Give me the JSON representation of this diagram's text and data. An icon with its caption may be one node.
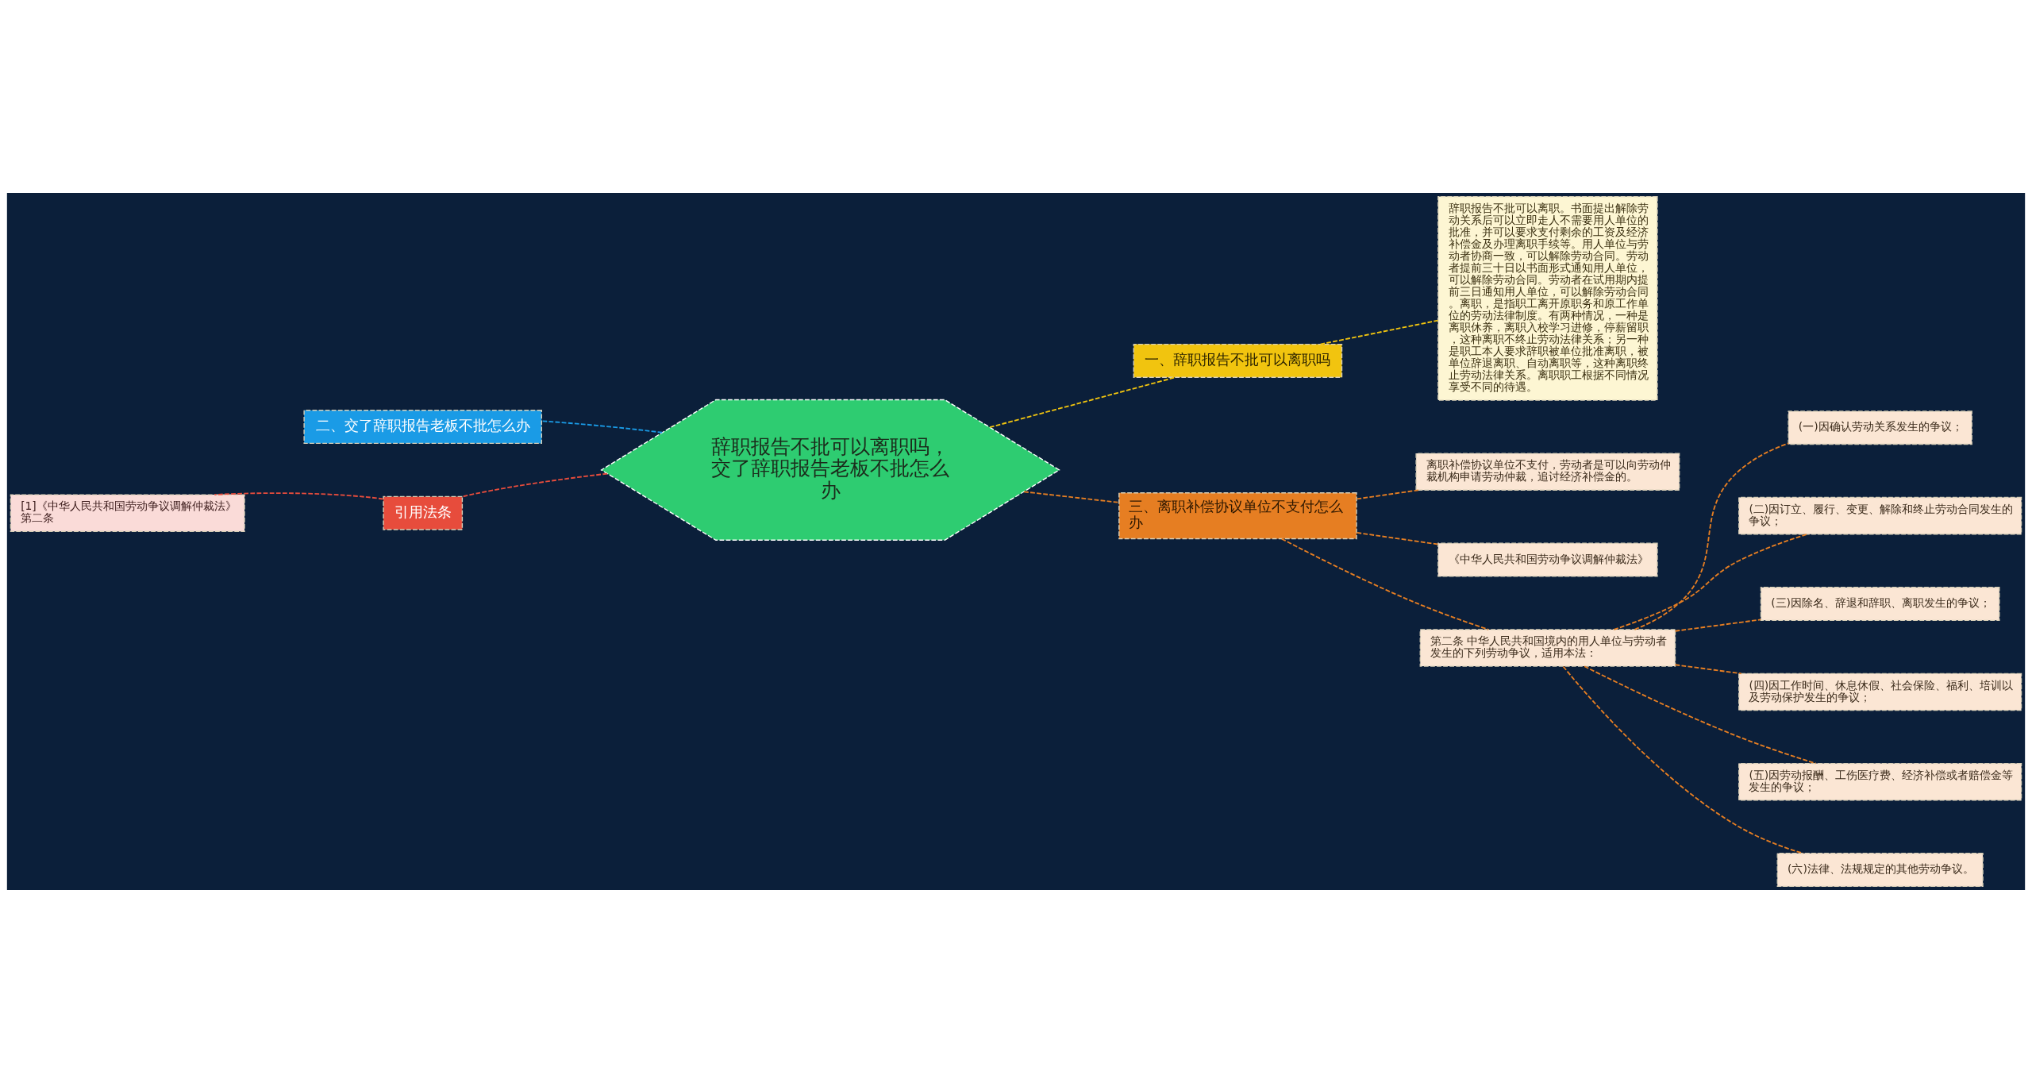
{
  "diagram": {
    "nodes": [
      {
        "text": [
          "辞职报告不批可以离职吗，交了辞职报告老板不批怎么办"
        ]
      },
      {
        "text": [
          "一、辞职报告不批可以离职吗"
        ]
      },
      {
        "text": [
          "辞职报告不批可以离职。书面提出解除劳动关系后可以立即走人不需要用人单位的批准，并可以要求支付剩余的工资及经济补偿金及办理离职手续等。用人单位与劳动者协商一致，可以解除劳动合同。劳动者提前三十日以书面形式通知用人单位，可以解除劳动合同。劳动者在试用期内提前三日通知用人单位，可以解除劳动合同。离职，是指职工离开原职务和原工作单位的劳动法律制度。有两种情况，一种是离职休养，离职入校学习进修，停薪留职，这种离职不终止劳动法律关系；另一种是职工本人要求辞职被单位批准离职，被单位辞退离职、自动离职等，这种离职终止劳动法律关系。离职职工根据不同情况享受不同的待遇。"
        ]
      },
      {
        "text": [
          "三、离职补偿协议单位不支付怎么办"
        ]
      },
      {
        "text": [
          "离职补偿协议单位不支付，劳动者是可以向劳动仲裁机构申请劳动仲裁，追讨经济补偿金的。"
        ]
      },
      {
        "text": [
          "《中华人民共和国劳动争议调解仲裁法》"
        ]
      },
      {
        "text": [
          "第二条 中华人民共和国境内的用人单位与劳动者发生的下列劳动争议，适用本法："
        ]
      },
      {
        "text": [
          "(一)因确认劳动关系发生的争议；"
        ]
      },
      {
        "text": [
          "(二)因订立、履行、变更、解除和终止劳动合同发生的争议；"
        ]
      },
      {
        "text": [
          "(三)因除名、辞退和辞职、离职发生的争议；"
        ]
      },
      {
        "text": [
          "(四)因工作时间、休息休假、社会保险、福利、培训以及劳动保护发生的争议；"
        ]
      },
      {
        "text": [
          "(五)因劳动报酬、工伤医疗费、经济补偿或者赔偿金等发生的争议；"
        ]
      },
      {
        "text": [
          "(六)法律、法规规定的其他劳动争议。"
        ]
      },
      {
        "text": [
          "二、交了辞职报告老板不批怎么办"
        ]
      },
      {
        "text": [
          "引用法条"
        ]
      },
      {
        "text": [
          "[1]《中华人民共和国劳动争议调解仲裁法》第二条"
        ]
      }
    ],
    "edges": [
      {
        "from": 0,
        "to": 1,
        "arrow": "none",
        "style": "dashed",
        "color": "#f1c40f"
      },
      {
        "from": 1,
        "to": 2,
        "arrow": "none",
        "style": "dashed",
        "color": "#f1c40f"
      },
      {
        "from": 0,
        "to": 3,
        "arrow": "none",
        "style": "dashed"
      },
      {
        "from": 3,
        "to": 4,
        "arrow": "none",
        "style": "dashed"
      },
      {
        "from": 3,
        "to": 5,
        "arrow": "none",
        "style": "dashed"
      },
      {
        "from": 3,
        "to": 6,
        "arrow": "none",
        "style": "dashed"
      },
      {
        "from": 6,
        "to": 7,
        "arrow": "none",
        "style": "dashed"
      },
      {
        "from": 6,
        "to": 8,
        "arrow": "none",
        "style": "dashed"
      },
      {
        "from": 6,
        "to": 9,
        "arrow": "none",
        "style": "dashed"
      },
      {
        "from": 6,
        "to": 10,
        "arrow": "none",
        "style": "dashed"
      },
      {
        "from": 6,
        "to": 11,
        "arrow": "none",
        "style": "dashed"
      },
      {
        "from": 6,
        "to": 12,
        "arrow": "none",
        "style": "dashed"
      },
      {
        "from": 0,
        "to": 13,
        "arrow": "none",
        "style": "dashed",
        "color": "#1a9be6"
      },
      {
        "from": 0,
        "to": 14,
        "arrow": "none",
        "style": "dashed",
        "color": "#e74c3c"
      },
      {
        "from": 14,
        "to": 15,
        "arrow": "none",
        "style": "dashed",
        "color": "#e74c3c"
      }
    ]
  }
}
